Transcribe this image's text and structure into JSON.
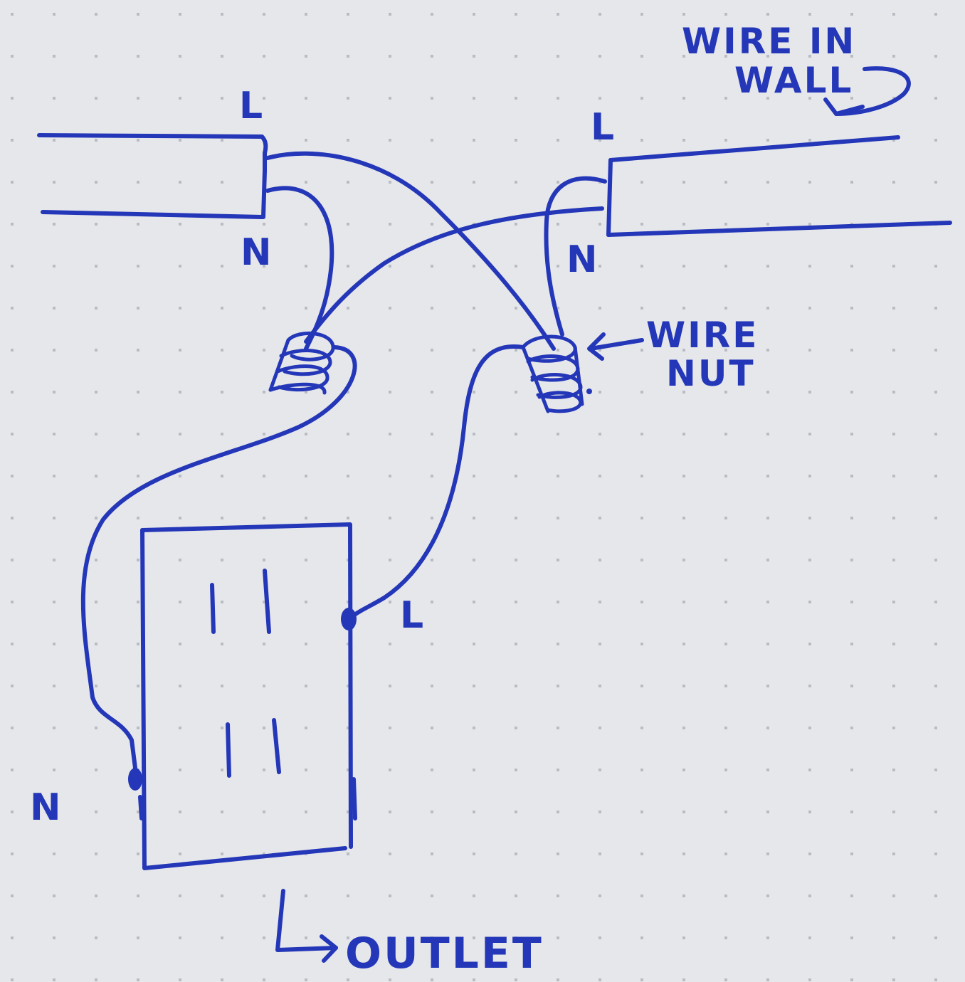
{
  "labels": {
    "left_live": "L",
    "left_neutral": "N",
    "right_live": "L",
    "right_neutral": "N",
    "outlet_live": "L",
    "outlet_neutral": "N",
    "wire_in_wall_line1": "WIRE IN",
    "wire_in_wall_line2": "WALL",
    "wire_nut_line1": "WIRE",
    "wire_nut_line2": "NUT",
    "outlet": "OUTLET"
  },
  "colors": {
    "ink": "#2437b8",
    "paper": "#e6e7ea",
    "dot": "#b9bcc4"
  }
}
